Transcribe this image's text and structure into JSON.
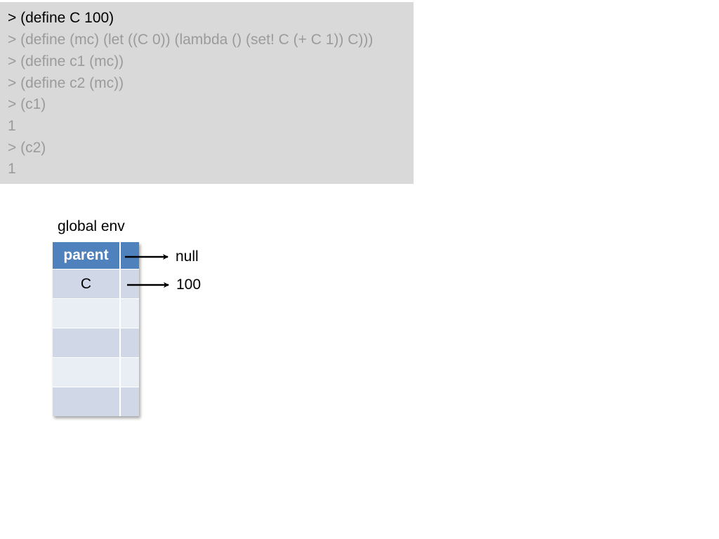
{
  "repl": {
    "lines": [
      {
        "text": "> (define C 100)",
        "active": true
      },
      {
        "text": "> (define (mc) (let ((C 0)) (lambda () (set! C (+ C 1)) C)))",
        "active": false
      },
      {
        "text": "> (define c1 (mc))",
        "active": false
      },
      {
        "text": "> (define c2 (mc))",
        "active": false
      },
      {
        "text": "> (c1)",
        "active": false
      },
      {
        "text": "1",
        "active": false
      },
      {
        "text": "> (c2)",
        "active": false
      },
      {
        "text": "1",
        "active": false
      }
    ]
  },
  "environment": {
    "title": "global env",
    "header_label": "parent",
    "rows": [
      {
        "name": "C",
        "target": "100"
      },
      {
        "name": "",
        "target": ""
      },
      {
        "name": "",
        "target": ""
      },
      {
        "name": "",
        "target": ""
      },
      {
        "name": "",
        "target": ""
      }
    ],
    "parent_target": "null"
  },
  "colors": {
    "panel_bg": "#d9d9d9",
    "header_blue": "#4f81bd",
    "row_dark": "#d0d8e8",
    "row_light": "#e9edf4",
    "dim_text": "#9b9b9b"
  }
}
